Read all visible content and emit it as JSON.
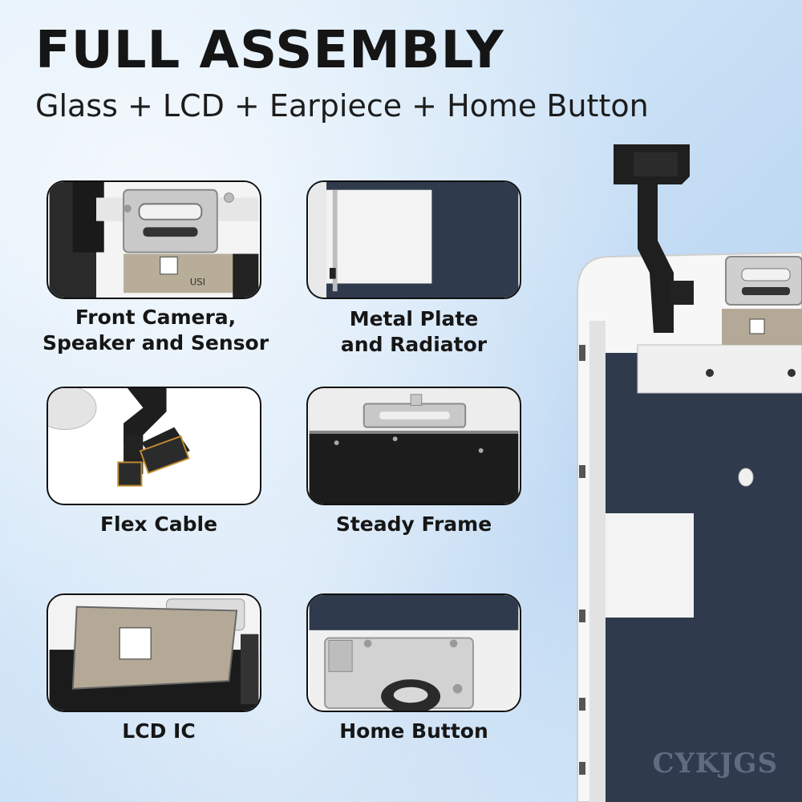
{
  "header": {
    "title": "FULL ASSEMBLY",
    "subtitle": "Glass + LCD + Earpiece + Home Button"
  },
  "features": [
    {
      "label_line1": "Front Camera,",
      "label_line2": "Speaker and Sensor"
    },
    {
      "label_line1": "Metal Plate",
      "label_line2": "and Radiator"
    },
    {
      "label_line1": "Flex Cable",
      "label_line2": ""
    },
    {
      "label_line1": "Steady Frame",
      "label_line2": ""
    },
    {
      "label_line1": "LCD IC",
      "label_line2": ""
    },
    {
      "label_line1": "Home Button",
      "label_line2": ""
    }
  ],
  "chip_text": "USI",
  "watermark": "CYKJGS",
  "colors": {
    "accent_dark": "#151515",
    "panel_navy": "#2f3a4d",
    "background": "#cfe4f7"
  }
}
